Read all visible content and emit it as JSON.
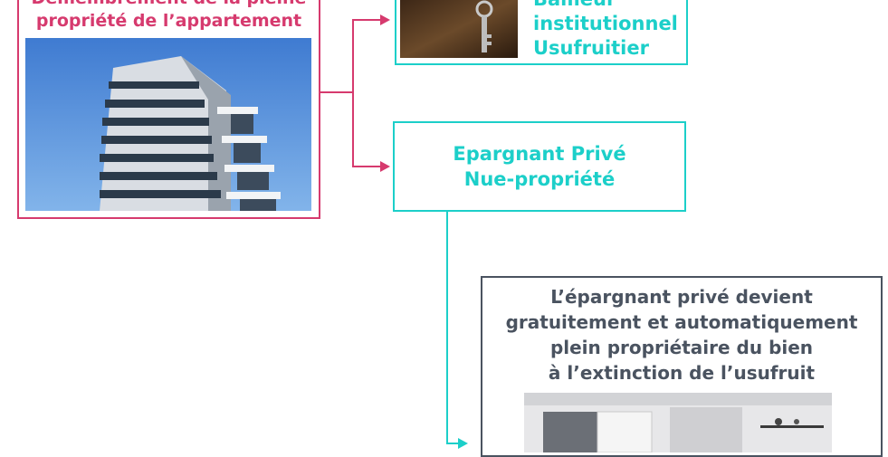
{
  "source": {
    "title_lines": [
      "Démembrement de la pleine",
      "propriété de l’appartement"
    ],
    "image": "building-photo"
  },
  "lessee": {
    "lines": [
      "Bailleur",
      "institutionnel",
      "Usufruitier"
    ],
    "image": "key-photo"
  },
  "saver": {
    "lines": [
      "Epargnant Privé",
      "Nue-propriété"
    ]
  },
  "outcome": {
    "lines": [
      "L’épargnant privé devient",
      "gratuitement et automatiquement",
      "plein propriétaire du bien",
      "à l’extinction de l’usufruit"
    ],
    "image": "interior-photo"
  },
  "colors": {
    "pink": "#d63a6e",
    "teal": "#1ccfc9",
    "grey": "#4a5360"
  }
}
